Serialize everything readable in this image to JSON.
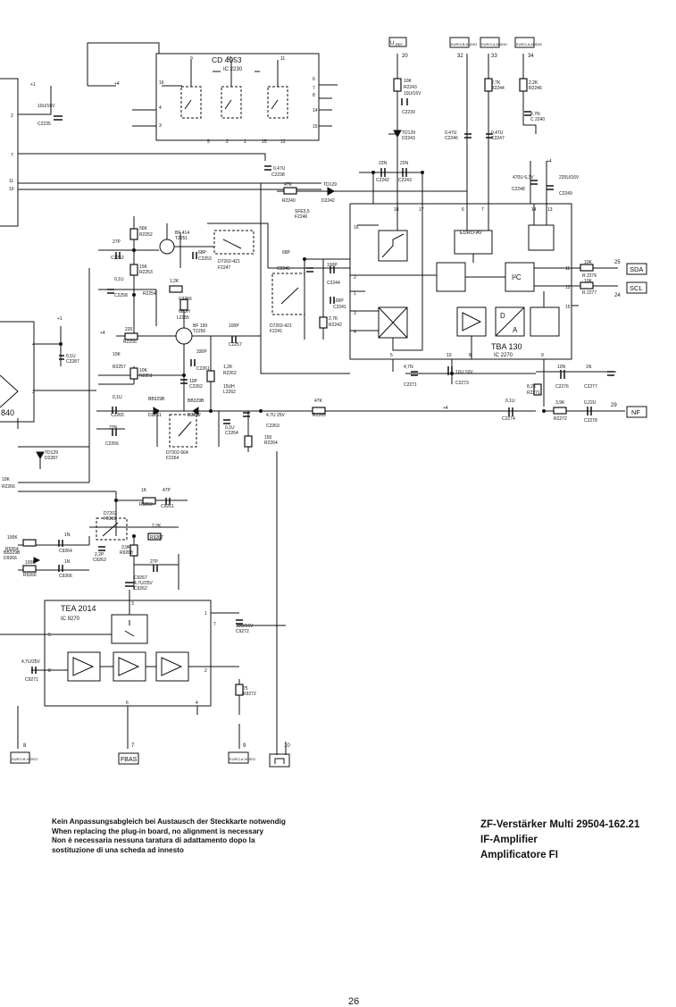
{
  "ics": {
    "cd4053": {
      "name": "CD 4053",
      "ref": "IC 2230"
    },
    "tba130": {
      "name": "TBA 130",
      "ref": "IC 2270"
    },
    "tea2014": {
      "name": "TEA 2014",
      "ref": "IC 9270"
    },
    "partial": {
      "name": "840"
    }
  },
  "blocks": {
    "euro_av": "EURO-AV",
    "i2c": "I²C",
    "d": "D",
    "a": "A"
  },
  "connectors": {
    "u_ref": "U",
    "uref_sub": "REF",
    "c32": "EURO-B AUDIO",
    "c33": "EURO-A AUDIO",
    "c34": "EURO-A AUDIO",
    "c8": "EURO-B VIDEO",
    "fbas": "FBAS",
    "c9": "EURO-A VIDEO"
  },
  "signals": {
    "sda": "SDA",
    "scl": "SCL",
    "nf": "NF"
  },
  "pins": {
    "p20": "20",
    "p32": "32",
    "p33": "33",
    "p34": "34",
    "p25": "25",
    "p24": "24",
    "p29": "29",
    "p7": "7",
    "p9": "9",
    "p8": "8",
    "p10": "10",
    "cd": [
      "9",
      "10",
      "11",
      "16",
      "6",
      "7",
      "8",
      "14",
      "15",
      "4",
      "3",
      "5",
      "2",
      "1",
      "15",
      "12"
    ],
    "tba": [
      "18",
      "17",
      "6",
      "7",
      "14",
      "13",
      "16",
      "2",
      "1",
      "3",
      "4",
      "11",
      "12",
      "15",
      "5",
      "10",
      "8",
      "9"
    ],
    "tea": [
      "3",
      "5",
      "1",
      "8",
      "2",
      "6",
      "7",
      "4"
    ],
    "left": [
      "2",
      "7",
      "11",
      "10",
      "4",
      "3"
    ]
  },
  "components": {
    "r2243": "10K",
    "r2243_ref": "R2243",
    "c2239": "10U/16V",
    "c2239_ref": "C2239",
    "d2243": "TD129",
    "d2243_ref": "D2243",
    "r2244": "2,7K",
    "r2244_ref": "R2244",
    "r2246": "2,2K",
    "r2246_ref": "R2246",
    "c2246": "0,47U",
    "c2246_ref": "C2246",
    "c2247": "0,47U",
    "c2247_ref": "C2247",
    "c2240": "4,7N",
    "c2240_ref": "C 2240",
    "c2242": "22N",
    "c2242_ref": "C2242",
    "c2243": "22N",
    "c2243_ref": "C2243",
    "c2248": "470U 6,3V",
    "c2248_ref": "C2248",
    "c2249": "220U/16V",
    "c2249_ref": "C2249",
    "r2240": "47K",
    "r2240_ref": "R2240",
    "d2242": "TD129",
    "d2242_ref": "D2242",
    "c2238": "0,47U",
    "c2238_ref": "C2238",
    "c2235": "10U/16V",
    "c2235_ref": "C2235",
    "f2246": "SFE5,5",
    "f2246_ref": "F2246",
    "t2251": "BF 414",
    "t2251_ref": "T2251",
    "r2252": "56K",
    "r2252_ref": "R2252",
    "c2252": "27P",
    "c2252_ref": "C2252",
    "r2253": "15K",
    "r2253_ref": "R2253",
    "c2253": "68P",
    "c2253_ref": "C2253",
    "f2247": "D7202-421",
    "f2247_ref": "F2247",
    "c2245": "68P",
    "c2245_ref": "C2245",
    "c2244": "100P",
    "c2244_ref": "C2244",
    "c2241": "100P",
    "c2241_ref": "C2241",
    "r2242": "2,7K",
    "r2242_ref": "R2242",
    "f2241": "D7202-421",
    "f2241_ref": "F2241",
    "c2258": "0,1U",
    "c2258_ref": "C2258",
    "r2254": "1,2K",
    "r2254_ref": "R2254",
    "c2256": "C2256",
    "l2255": "68UH",
    "l2255_ref": "L2255",
    "t2256": "BF 199",
    "t2256_ref": "T2256",
    "r2256": "220",
    "r2256_ref": "R2256",
    "c2257": "100P",
    "c2257_ref": "C2257",
    "r2257": "10K",
    "r2257_ref": "R2257",
    "r2251": "10K",
    "r2251_ref": "R2251",
    "c2261": "330P",
    "c2261_ref": "C2261",
    "c2262": "10P",
    "c2262_ref": "C2262",
    "r2262": "1,2K",
    "r2262_ref": "R2262",
    "l2262": "15UH",
    "l2262_ref": "L2262",
    "c2265": "0,1U",
    "c2265_ref": "C2265",
    "d2261": "BB329B",
    "d2261_ref": "D2261",
    "d2262": "BB329B",
    "d2262_ref": "D2262",
    "c2264": "0,1U",
    "c2264_ref": "C2264",
    "c2263": "4,7U 25V",
    "c2263_ref": "C2263",
    "r2264": "150",
    "r2264_ref": "R2264",
    "r2265": "47K",
    "r2265_ref": "R2265",
    "c2266": "22N",
    "c2266_ref": "C2266",
    "f2264": "D7202-564",
    "f2264_ref": "F2264",
    "c2271": "4,7N",
    "c2271_ref": "C2271",
    "c2273": "10U 16V",
    "c2273_ref": "C2273",
    "r2276": "10K",
    "r2276_ref": "R 2276",
    "r2277": "10K",
    "r2277_ref": "R 2277",
    "c2276": "10N",
    "c2276_ref": "C2276",
    "c2277": "1N",
    "c2277_ref": "C2277",
    "r2271": "8,2K",
    "r2271_ref": "R2271",
    "c2274": "0,1U",
    "c2274_ref": "C2274",
    "r2272": "3,9K",
    "r2272_ref": "R2272",
    "c2278": "0,22U",
    "c2278_ref": "C2278",
    "c2287": "0,1U",
    "c2287_ref": "C2287",
    "d2287": "TD129",
    "d2287_ref": "D2287",
    "r9263": "1K",
    "r9263_ref": "R9263",
    "c9261": "47P",
    "c9261_ref": "C9261",
    "f9265": "D7202",
    "f9265_ref": "F9265",
    "r9267": "2,2K",
    "r9267_ref": "R9267",
    "r9268": "3,9K",
    "r9268_ref": "R9268",
    "c9263": "2,2P",
    "c9263_ref": "C9263",
    "c9262": "27P",
    "c9262_ref": "C9267",
    "c9262b": "4,7U/25V",
    "c9262b_ref": "C9262",
    "r9264": "100K",
    "r9264_ref": "R9264",
    "d9266": "BB329B",
    "d9266_ref": "D9266",
    "c9264": "1N",
    "c9264_ref": "C9264",
    "r9266": "100K",
    "r9266_ref": "R9266",
    "c9266": "1N",
    "c9266_ref": "C9266",
    "c9272": "10U/16V",
    "c9272_ref": "C9272",
    "c9271": "4,7U/25V",
    "c9271_ref": "C9271",
    "r9272": "75",
    "r9272_ref": "R9272",
    "r2266": "10K",
    "r2266_ref": "R2266"
  },
  "power": {
    "plus4": "+4",
    "plus1": "+1"
  },
  "notes": [
    "Kein Anpassungsabgleich bei Austausch der Steckkarte notwendig",
    "When replacing the plug-in board, no alignment is necessary",
    "Non è necessaria nessuna taratura di adattamento dopo la",
    "sostituzione di una scheda ad innesto"
  ],
  "title": {
    "main": "ZF-Verstärker Multi 29504-162.21",
    "en": "IF-Amplifier",
    "it": "Amplificatore FI"
  },
  "page": "26"
}
